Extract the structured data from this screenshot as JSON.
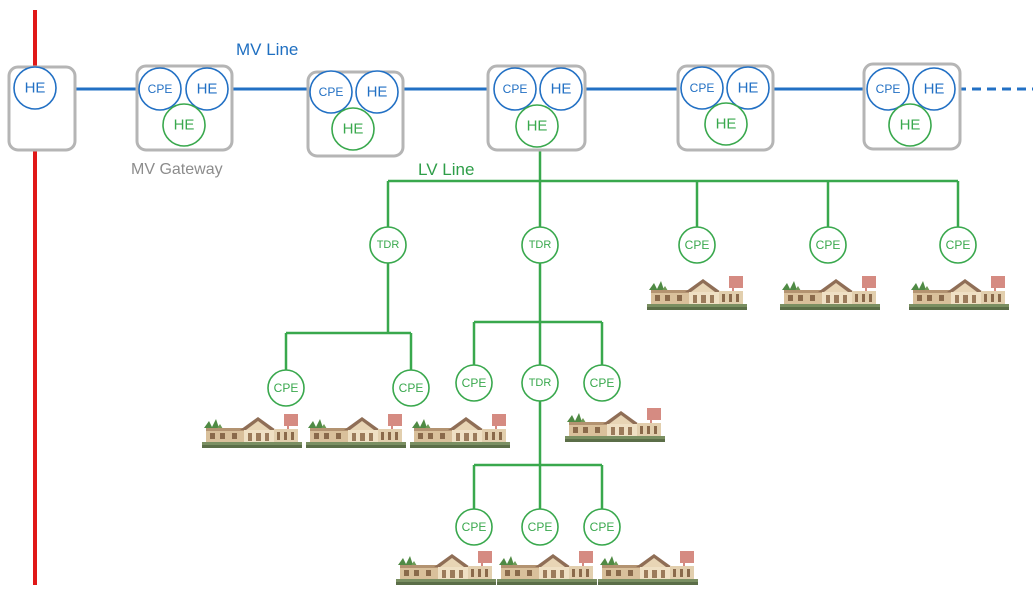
{
  "labels": {
    "mv_line": "MV Line",
    "lv_line": "LV Line",
    "mv_gateway": "MV Gateway"
  },
  "node_text": {
    "he": "HE",
    "cpe": "CPE",
    "tdr": "TDR"
  },
  "colors": {
    "red_line": "#e01818",
    "mv_blue": "#2270c4",
    "lv_green": "#39a84d",
    "gateway_box": "#b5b5b5",
    "gateway_label": "#8c8c8c"
  },
  "icons": {
    "house": "house-icon"
  },
  "structure": {
    "mv_gateways": 6,
    "lv_line_branches": [
      "TDR",
      "TDR",
      "CPE",
      "CPE",
      "CPE"
    ],
    "tdr_1_children": [
      "CPE",
      "CPE"
    ],
    "tdr_2_children": [
      "CPE",
      "TDR",
      "CPE"
    ],
    "tdr_3_children": [
      "CPE",
      "CPE",
      "CPE"
    ]
  }
}
